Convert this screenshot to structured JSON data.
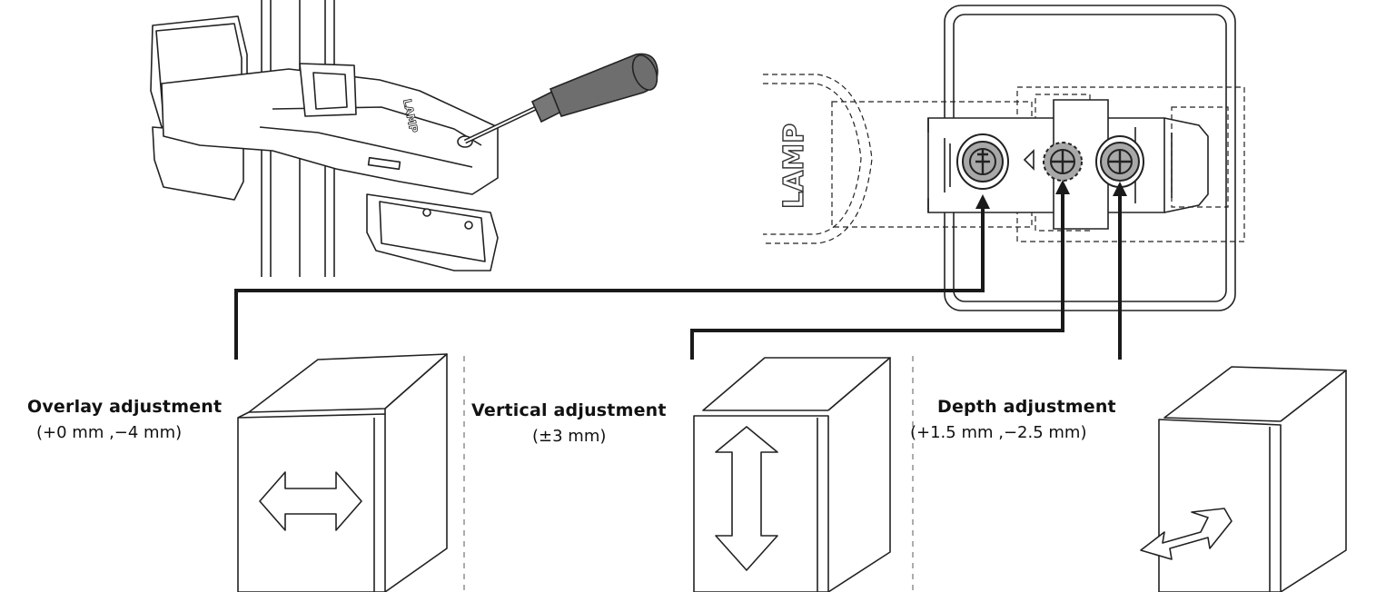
{
  "hinge_logo_text": "LAMP",
  "plate_logo_text": "LAMP",
  "adjustments": [
    {
      "id": "overlay",
      "title": "Overlay adjustment",
      "range": "(+0 mm ,−4 mm)",
      "direction": "horizontal"
    },
    {
      "id": "vertical",
      "title": "Vertical adjustment",
      "range": "(±3 mm)",
      "direction": "vertical"
    },
    {
      "id": "depth",
      "title": "Depth adjustment",
      "range": "(+1.5 mm ,−2.5 mm)",
      "direction": "depth"
    }
  ],
  "colors": {
    "line": "#1a1a1a",
    "screw_fill": "#a8a8a8",
    "screwdriver_handle": "#6e6e6e",
    "divider": "#888888"
  }
}
